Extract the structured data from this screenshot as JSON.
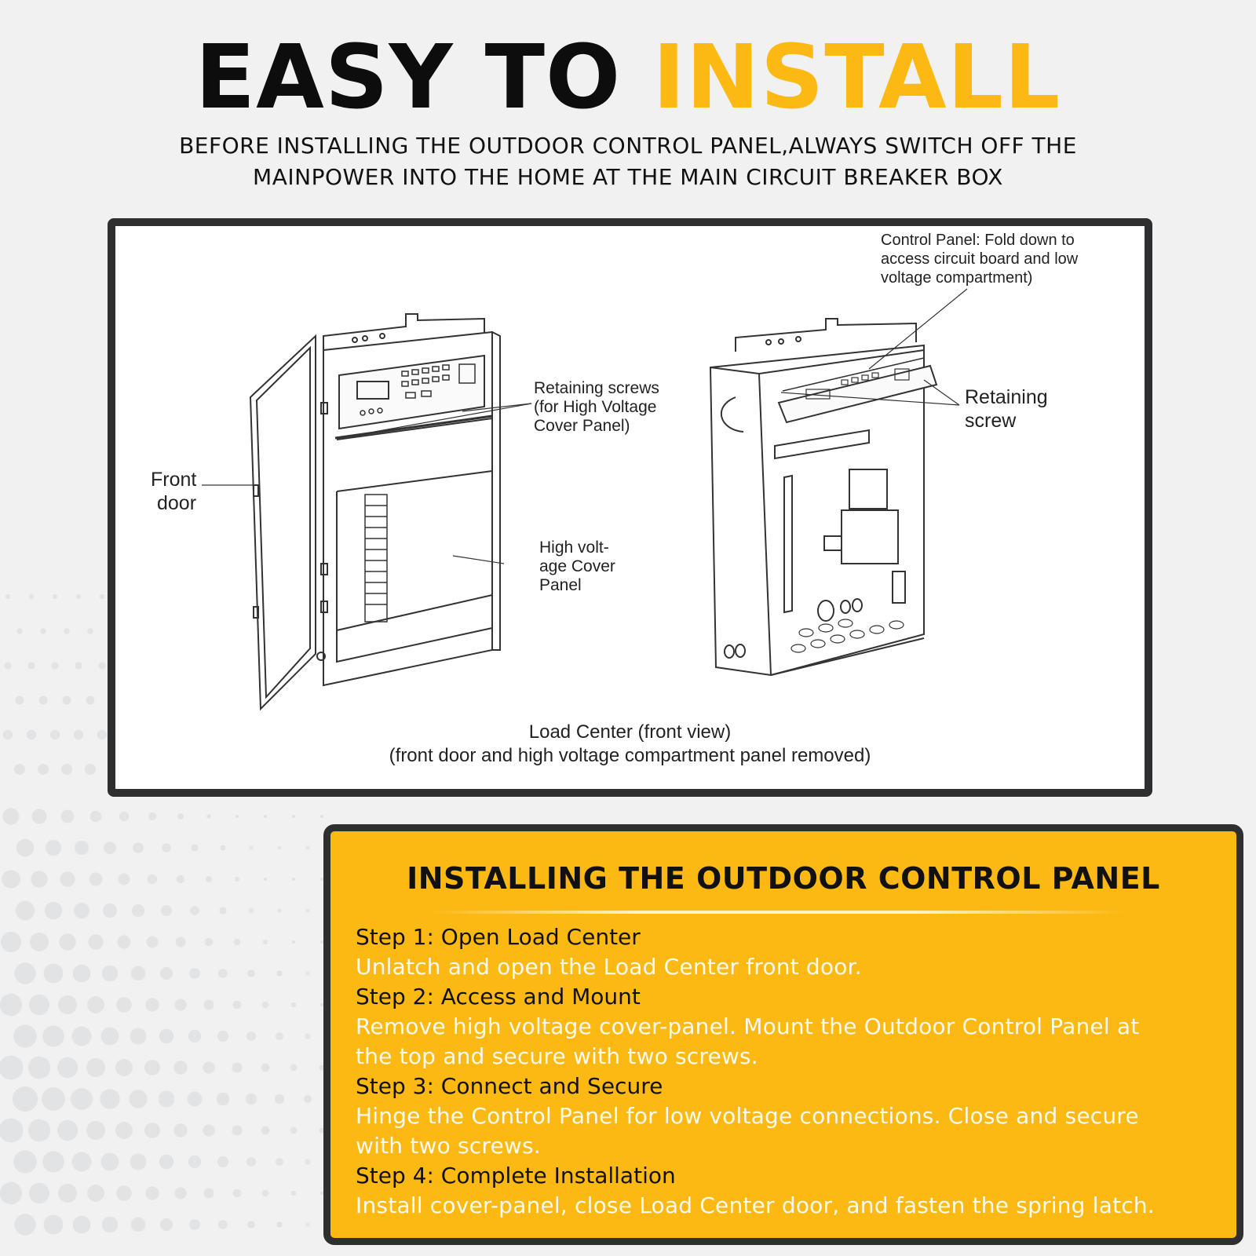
{
  "headline": {
    "part1": "EASY TO",
    "part2": "INSTALL"
  },
  "subline": {
    "line1": "BEFORE INSTALLING THE OUTDOOR CONTROL PANEL,ALWAYS SWITCH OFF THE",
    "line2": "MAINPOWER INTO THE HOME AT THE MAIN CIRCUIT BREAKER BOX"
  },
  "diagram": {
    "labels": {
      "front_door": [
        "Front",
        "door"
      ],
      "retaining_screws": [
        "Retaining screws",
        "(for High Voltage",
        "Cover Panel)"
      ],
      "high_voltage_cover": [
        "High volt-",
        "age Cover",
        "Panel"
      ],
      "control_panel": [
        "Control Panel: Fold down to",
        "access circuit board and low",
        "voltage compartment)"
      ],
      "retaining_screw": [
        "Retaining",
        "screw"
      ]
    },
    "caption": {
      "line1": "Load Center (front view)",
      "line2": "(front door and high voltage compartment panel removed)"
    }
  },
  "install": {
    "title": "INSTALLING THE OUTDOOR CONTROL PANEL",
    "steps": [
      {
        "heading": "Step 1: Open Load Center",
        "lines": [
          "Unlatch and open the Load Center front door."
        ]
      },
      {
        "heading": "Step 2: Access and Mount",
        "lines": [
          "Remove high voltage cover-panel. Mount the Outdoor Control Panel at",
          "the top and secure with two screws."
        ]
      },
      {
        "heading": "Step 3: Connect and Secure",
        "lines": [
          "Hinge the Control Panel for low voltage connections. Close and secure",
          "with two screws."
        ]
      },
      {
        "heading": "Step 4: Complete Installation",
        "lines": [
          "Install cover-panel, close Load Center door, and fasten the spring latch."
        ]
      }
    ]
  },
  "colors": {
    "accent": "#fdb913",
    "frame": "#2e2f31",
    "text": "#111111",
    "step_desc": "#fffaf0"
  },
  "icons": [
    "load-center-front-illustration",
    "load-center-open-illustration"
  ]
}
